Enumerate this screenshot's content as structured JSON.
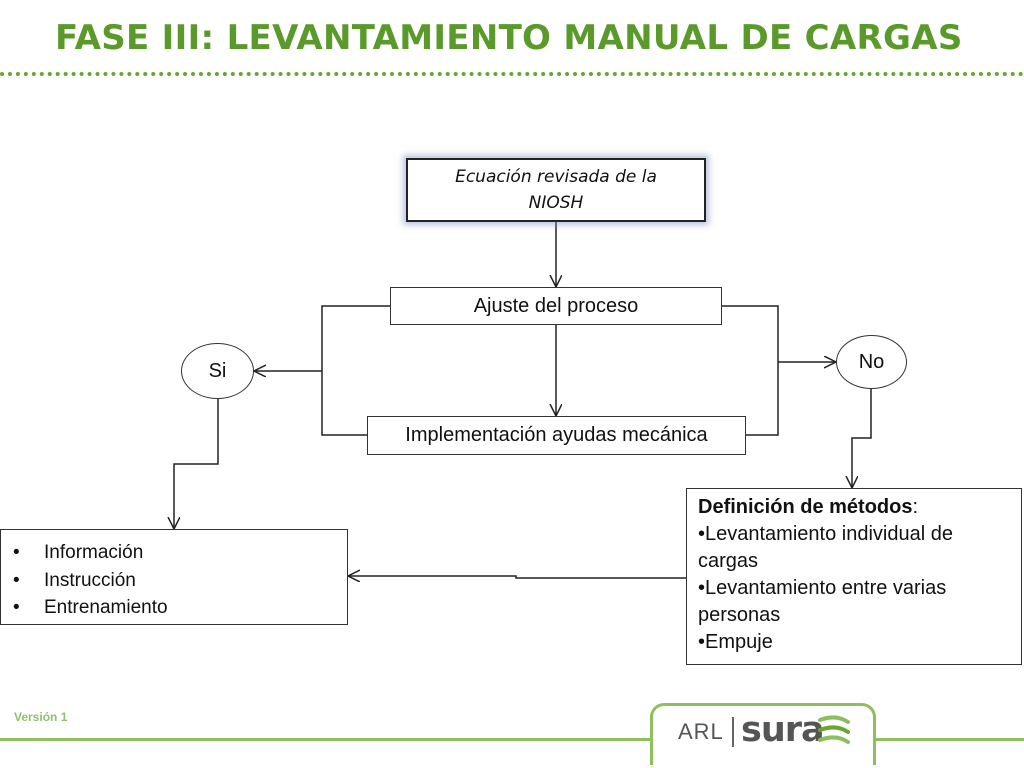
{
  "slide": {
    "title": "FASE III: LEVANTAMIENTO MANUAL DE CARGAS",
    "version": "Versión 1"
  },
  "nodes": {
    "niosh": "Ecuación revisada de la NIOSH",
    "ajuste": "Ajuste del proceso",
    "implementacion": "Implementación ayudas mecánica",
    "si": "Si",
    "no": "No",
    "info_items": [
      "Información",
      "Instrucción",
      "Entrenamiento"
    ],
    "definicion": {
      "heading": "Definición de métodos",
      "heading_suffix": ":",
      "items": [
        "•Levantamiento individual de cargas",
        "•Levantamiento entre varias personas",
        "•Empuje"
      ]
    }
  },
  "logo": {
    "arl": "ARL",
    "brand": "sura"
  },
  "colors": {
    "title": "#5a9a2a",
    "accent": "#8dbf5e",
    "stroke": "#333333"
  }
}
